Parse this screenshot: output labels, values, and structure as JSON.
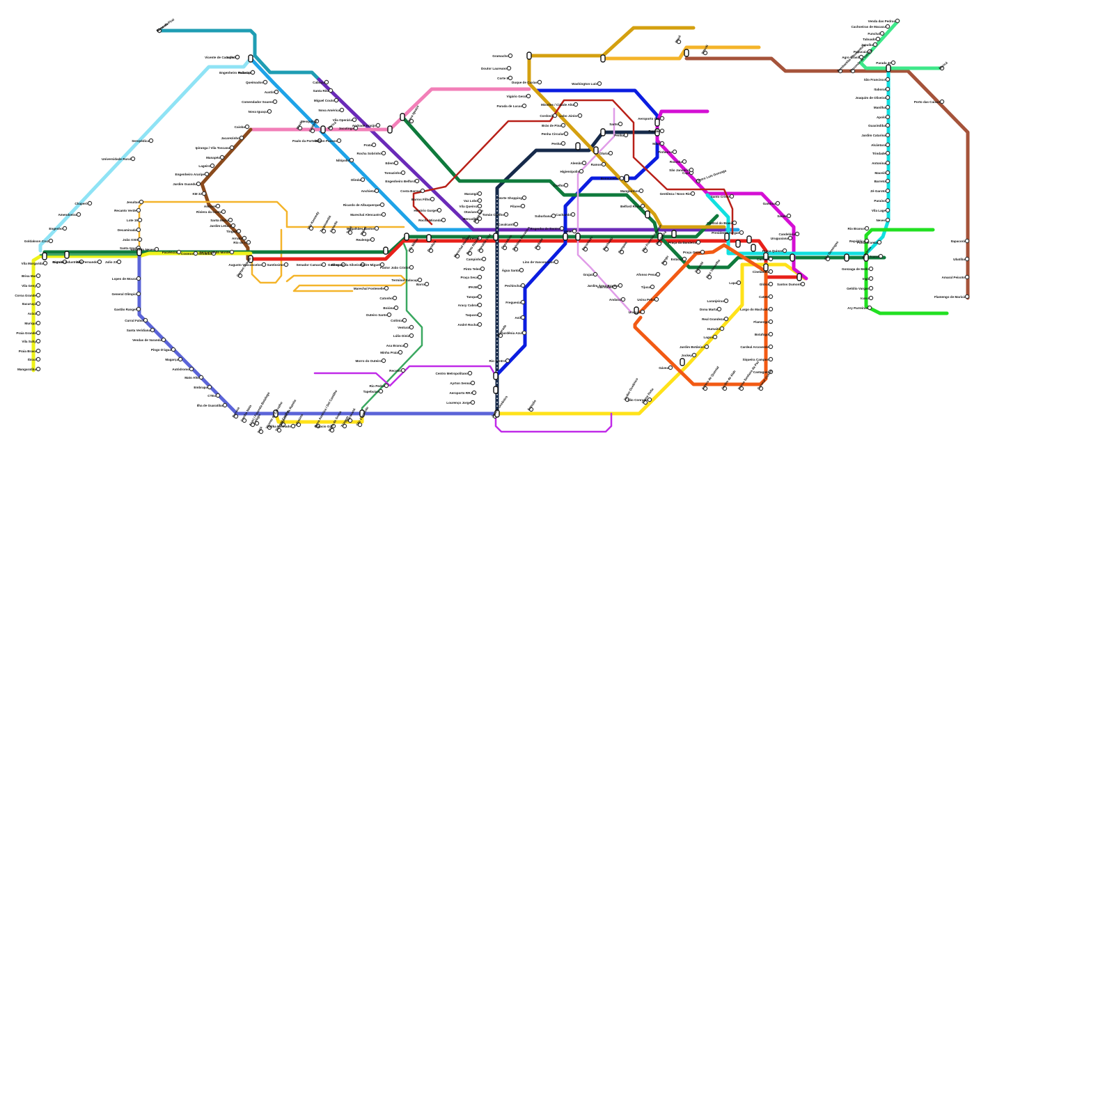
{
  "colors": {
    "aqua_lb": "#8fe3f5",
    "teal": "#1f9db3",
    "sky": "#1ea3e8",
    "purple": "#6a2ab8",
    "pink": "#f27fb8",
    "brown": "#8a4a1c",
    "orange_y": "#f4b42a",
    "dkgreen": "#0f7a3c",
    "red": "#e8201a",
    "navy": "#162a4a",
    "blue": "#0b1de0",
    "lilac": "#e09ce8",
    "magenta": "#d40fd4",
    "gold": "#d4a010",
    "ochre": "#c89030",
    "darkred": "#b82018",
    "rust": "#a5533a",
    "cyan": "#12e0e0",
    "lime": "#22e022",
    "mint": "#3ee88a",
    "yellow": "#ffe21a",
    "lemon": "#eef21a",
    "periwinkle": "#5b64d8",
    "orange_r": "#f25a14",
    "seagreen": "#3aa860",
    "violet": "#c02ae8",
    "dkorange": "#d86010"
  },
  "labels": [
    {
      "t": "Barra do Piraí"
    },
    {
      "t": "Japeri"
    },
    {
      "t": "Engenheiro Pedreira"
    },
    {
      "t": "Queimados"
    },
    {
      "t": "Austin"
    },
    {
      "t": "Comendador Soares"
    },
    {
      "t": "Nova Iguaçu"
    },
    {
      "t": "Mesquita"
    },
    {
      "t": "Edson Passos"
    },
    {
      "t": "Nilópolis"
    },
    {
      "t": "Olinda"
    },
    {
      "t": "Anchieta"
    },
    {
      "t": "Ricardo de Albuquerque"
    },
    {
      "t": "Marechal Alencastro"
    },
    {
      "t": "Magalhães Bastos"
    },
    {
      "t": "Realengo"
    },
    {
      "t": "Padre Miguel"
    },
    {
      "t": "Guilherme da Silveira"
    },
    {
      "t": "Bangu"
    },
    {
      "t": "Senador Camará"
    },
    {
      "t": "Santíssimo"
    },
    {
      "t": "Augusto Vasconcelos"
    },
    {
      "t": "Campo Grande"
    },
    {
      "t": "Benjamim do Monte"
    },
    {
      "t": "Inhoaíba"
    },
    {
      "t": "Cosmos"
    },
    {
      "t": "Paciência"
    },
    {
      "t": "Tancredo Neves"
    },
    {
      "t": "Santa Cruz"
    },
    {
      "t": "João XXIII"
    },
    {
      "t": "Decaminada"
    },
    {
      "t": "Lote 15"
    },
    {
      "t": "Recanto Verde"
    },
    {
      "t": "Jesuítas"
    },
    {
      "t": "Vila Margarida"
    },
    {
      "t": "Itaguaí"
    },
    {
      "t": "Distrito Industrial"
    },
    {
      "t": "São Fernando"
    },
    {
      "t": "Julio 23"
    },
    {
      "t": "Brisa Mar"
    },
    {
      "t": "Vila Geny"
    },
    {
      "t": "Coroa Grande"
    },
    {
      "t": "Itacuruçá"
    },
    {
      "t": "Axixá"
    },
    {
      "t": "Muriqui"
    },
    {
      "t": "Praia Grande"
    },
    {
      "t": "Vila Suhy"
    },
    {
      "t": "Praia Brava"
    },
    {
      "t": "Ibicuí"
    },
    {
      "t": "Mangaratiba"
    },
    {
      "t": "Goldakson Cruz"
    },
    {
      "t": "Engenho"
    },
    {
      "t": "Amendoeira"
    },
    {
      "t": "Chaperó"
    },
    {
      "t": "Universidade Rural"
    },
    {
      "t": "Seropédica"
    },
    {
      "t": "Lopes de Moura"
    },
    {
      "t": "General Olímpio"
    },
    {
      "t": "Gastão Rangel"
    },
    {
      "t": "Curral Falso"
    },
    {
      "t": "Santa Veridiana"
    },
    {
      "t": "Vendas de Varanda"
    },
    {
      "t": "Pingo D'água"
    },
    {
      "t": "Magarça"
    },
    {
      "t": "Autódromo"
    },
    {
      "t": "Mato Alto"
    },
    {
      "t": "Embrapa"
    },
    {
      "t": "CTEx"
    },
    {
      "t": "Ilha de Guaratiba"
    },
    {
      "t": "Gilka Machado"
    },
    {
      "t": "Glaucio Gil"
    },
    {
      "t": "Pavuna"
    },
    {
      "t": "Coelho Neto"
    },
    {
      "t": "Acari / Fazenda Botafogo"
    },
    {
      "t": "Colégio"
    },
    {
      "t": "Irajá"
    },
    {
      "t": "Vicente de Carvalho"
    },
    {
      "t": "Thomaz Coelho"
    },
    {
      "t": "Engenho da Rainha"
    },
    {
      "t": "Inhaúma"
    },
    {
      "t": "Nova América / Del Castilho"
    },
    {
      "t": "Maria da Graça"
    },
    {
      "t": "Triagem"
    },
    {
      "t": "Maracanã"
    },
    {
      "t": "São Cristóvão"
    },
    {
      "t": "Central do Brasil"
    },
    {
      "t": "Presidente Vargas"
    },
    {
      "t": "Uruguaiana"
    },
    {
      "t": "Carioca"
    },
    {
      "t": "Cinelândia"
    },
    {
      "t": "Glória"
    },
    {
      "t": "Catete"
    },
    {
      "t": "Largo do Machado"
    },
    {
      "t": "Flamengo"
    },
    {
      "t": "Botafogo"
    },
    {
      "t": "Cardeal Arcoverde"
    },
    {
      "t": "Siqueira Campos"
    },
    {
      "t": "Cantagalo"
    },
    {
      "t": "General Osório"
    },
    {
      "t": "Nossa Senhora da Paz"
    },
    {
      "t": "Jardim de Alah"
    },
    {
      "t": "Antero de Quental"
    },
    {
      "t": "Gávea"
    },
    {
      "t": "São Conrado"
    },
    {
      "t": "Jardim Oceânico"
    },
    {
      "t": "Lapa"
    },
    {
      "t": "Laranjeiras"
    },
    {
      "t": "Dona Marta"
    },
    {
      "t": "Real Grandeza"
    },
    {
      "t": "Humaitá"
    },
    {
      "t": "Lagoa"
    },
    {
      "t": "Jardim Botânico"
    },
    {
      "t": "Jockey"
    },
    {
      "t": "Santos Dumont"
    },
    {
      "t": "Praça Quinze"
    },
    {
      "t": "Candelária"
    },
    {
      "t": "Saúde"
    },
    {
      "t": "Gamboa"
    },
    {
      "t": "Santo Cristo"
    },
    {
      "t": "Praça da Bandeira"
    },
    {
      "t": "Estácio"
    },
    {
      "t": "Catumbi"
    },
    {
      "t": "Cruz Vermelha"
    },
    {
      "t": "Praça Onze"
    },
    {
      "t": "Afonso Pena"
    },
    {
      "t": "Tijuca"
    },
    {
      "t": "Usina Peña"
    },
    {
      "t": "Uruguai"
    },
    {
      "t": "Andaraí"
    },
    {
      "t": "Vila Isabel"
    },
    {
      "t": "Grajaú"
    },
    {
      "t": "Lins de Vasconcelos"
    },
    {
      "t": "Méier"
    },
    {
      "t": "Engenho de Dentro"
    },
    {
      "t": "Cachambi"
    },
    {
      "t": "Suburbana"
    },
    {
      "t": "Norte Shopping"
    },
    {
      "t": "Pilares"
    },
    {
      "t": "Tomás Coelho"
    },
    {
      "t": "Cavalcanti"
    },
    {
      "t": "Água Santa"
    },
    {
      "t": "Pechincha"
    },
    {
      "t": "Freguesia"
    },
    {
      "t": "Anil"
    },
    {
      "t": "Gardênia Azul"
    },
    {
      "t": "Rio Centro"
    },
    {
      "t": "Madureira"
    },
    {
      "t": "Campinho"
    },
    {
      "t": "Pinto Teles"
    },
    {
      "t": "Praça Seca"
    },
    {
      "t": "IPASE"
    },
    {
      "t": "Tanque"
    },
    {
      "t": "Aracy Cabral"
    },
    {
      "t": "Taquara"
    },
    {
      "t": "André Rocha"
    },
    {
      "t": "Marangá"
    },
    {
      "t": "Vaz Lobo"
    },
    {
      "t": "Vila Queiroz"
    },
    {
      "t": "Otaviano"
    },
    {
      "t": "Mercadão"
    },
    {
      "t": "Alvorada"
    },
    {
      "t": "Centro Metropolitano"
    },
    {
      "t": "Ayrton Senna"
    },
    {
      "t": "Aeroporto RRJ"
    },
    {
      "t": "Lourenço Jorge"
    },
    {
      "t": "Vila Militar"
    },
    {
      "t": "Deodoro"
    },
    {
      "t": "Marechal Hermes"
    },
    {
      "t": "Bento Ribeiro"
    },
    {
      "t": "Oswaldo Cruz"
    },
    {
      "t": "Cascadura"
    },
    {
      "t": "Quintino Bocaiúva"
    },
    {
      "t": "Piedade"
    },
    {
      "t": "Encantado"
    },
    {
      "t": "Riachuelo"
    },
    {
      "t": "Sampaio"
    },
    {
      "t": "São Francisco Xavier"
    },
    {
      "t": "Mangueira"
    },
    {
      "t": "Pastor João Cristin"
    },
    {
      "t": "Terminal Sulacap"
    },
    {
      "t": "Marechal Fontenelle"
    },
    {
      "t": "Catonho"
    },
    {
      "t": "Boiúna"
    },
    {
      "t": "Outeiro Santo"
    },
    {
      "t": "Colônia"
    },
    {
      "t": "Ventura"
    },
    {
      "t": "Lúlio Diniz"
    },
    {
      "t": "Asa Branca"
    },
    {
      "t": "Minha Praia"
    },
    {
      "t": "Morro do Outeiro"
    },
    {
      "t": "Recreio"
    },
    {
      "t": "Rio Pedra"
    },
    {
      "t": "Tapebuias"
    },
    {
      "t": "Gramacho"
    },
    {
      "t": "Doutor Laureano"
    },
    {
      "t": "Corte 8"
    },
    {
      "t": "Duque de Caxias"
    },
    {
      "t": "Vigário Geral"
    },
    {
      "t": "Parada de Lucas"
    },
    {
      "t": "Cordovil"
    },
    {
      "t": "Brás de Pina"
    },
    {
      "t": "Penha Circular"
    },
    {
      "t": "Penha"
    },
    {
      "t": "Olaria"
    },
    {
      "t": "Ramos"
    },
    {
      "t": "Bonsucesso"
    },
    {
      "t": "Manguinhos"
    },
    {
      "t": "Washington Luís"
    },
    {
      "t": "Aeroporto GIG"
    },
    {
      "t": "Fundão"
    },
    {
      "t": "Maré"
    },
    {
      "t": "Pinheiros"
    },
    {
      "t": "Rocinha"
    },
    {
      "t": "Caju"
    },
    {
      "t": "Gentileza / Novo Rio"
    },
    {
      "t": "Centro Luís Gonzaga"
    },
    {
      "t": "São Januário"
    },
    {
      "t": "Missões / Cidade Alta"
    },
    {
      "t": "Lobo Júnior"
    },
    {
      "t": "Santo"
    },
    {
      "t": "Penha"
    },
    {
      "t": "Alemão"
    },
    {
      "t": "Higienópolis"
    },
    {
      "t": "Coelho"
    },
    {
      "t": "Mauá"
    },
    {
      "t": "Niterói"
    },
    {
      "t": "São Domingos"
    },
    {
      "t": "Arariboia"
    },
    {
      "t": "Icaraí"
    },
    {
      "t": "República"
    },
    {
      "t": "Rio Branco"
    },
    {
      "t": "Ponta D'areia"
    },
    {
      "t": "Gonzaga de Mello"
    },
    {
      "t": "Ingá"
    },
    {
      "t": "Gelólio Vargas"
    },
    {
      "t": "Icaraí"
    },
    {
      "t": "Ary Parreiras"
    },
    {
      "t": "São Francisco"
    },
    {
      "t": "Itaboraí"
    },
    {
      "t": "Joaquim de Oliveira"
    },
    {
      "t": "Manilha"
    },
    {
      "t": "Apolo"
    },
    {
      "t": "Guaxindiba"
    },
    {
      "t": "Jardim Catarina"
    },
    {
      "t": "Alcântara"
    },
    {
      "t": "Trindade"
    },
    {
      "t": "Antonina"
    },
    {
      "t": "Maceió"
    },
    {
      "t": "Zé Garoto"
    },
    {
      "t": "Paraíso"
    },
    {
      "t": "Vila Lage"
    },
    {
      "t": "Neves"
    },
    {
      "t": "Barreto"
    },
    {
      "t": "Parada 40"
    },
    {
      "t": "Venda das Pedras"
    },
    {
      "t": "Cachoeiras de Macacu"
    },
    {
      "t": "Funchal"
    },
    {
      "t": "Tabuado"
    },
    {
      "t": "Japuíba"
    },
    {
      "t": "Papucaia"
    },
    {
      "t": "Agro Brasil"
    },
    {
      "t": "Sambaetiba / Boaventura"
    },
    {
      "t": "Visconde de Itaboraí"
    },
    {
      "t": "Porto das Caixas"
    },
    {
      "t": "Itapacorá"
    },
    {
      "t": "Ubatiba"
    },
    {
      "t": "Amaral Peixoto"
    },
    {
      "t": "Flamengo de Maricá"
    },
    {
      "t": "Maricá"
    },
    {
      "t": "Maricá"
    },
    {
      "t": "Nova Iguaçu"
    },
    {
      "t": "Belford Roxo"
    },
    {
      "t": "Jacarezinho"
    },
    {
      "t": "Ipiranga / Vila Toscana"
    },
    {
      "t": "Manapéu"
    },
    {
      "t": "Lageiro"
    },
    {
      "t": "Engenheiro Araripe"
    },
    {
      "t": "Jardim Guandu"
    },
    {
      "t": "KM 32"
    },
    {
      "t": "Ambaré"
    },
    {
      "t": "Riviera da Costa"
    },
    {
      "t": "Santa Maria"
    },
    {
      "t": "Jardim Leticia"
    },
    {
      "t": "Tinguá"
    },
    {
      "t": "Arruda"
    },
    {
      "t": "Rio do A"
    },
    {
      "t": "Caioba"
    },
    {
      "t": "Cabuçu"
    },
    {
      "t": "Santa Rita"
    },
    {
      "t": "Miguel Couto"
    },
    {
      "t": "Nova América"
    },
    {
      "t": "Vila Operária"
    },
    {
      "t": "Andrade Araújo"
    },
    {
      "t": "Prata"
    },
    {
      "t": "Rocha Sobrinho"
    },
    {
      "t": "Edem"
    },
    {
      "t": "Tomazinho"
    },
    {
      "t": "Engenheiro Belford"
    },
    {
      "t": "Costa Barros"
    },
    {
      "t": "Barros Filho"
    },
    {
      "t": "Honório Gurgel"
    },
    {
      "t": "Rocha Miranda"
    },
    {
      "t": "Paulo da Portela"
    },
    {
      "t": "Jacutinga"
    },
    {
      "t": "Califórnia"
    },
    {
      "t": "Mauá"
    },
    {
      "t": "Vila Kennedy"
    },
    {
      "t": "Toupinambá"
    },
    {
      "t": "Cesarão"
    },
    {
      "t": "Taipé"
    },
    {
      "t": "Mallet"
    },
    {
      "t": "Jardim Água Branca"
    },
    {
      "t": "Bangu"
    },
    {
      "t": "Saens Peña"
    },
    {
      "t": "Estação"
    },
    {
      "t": "Jardim Oceânico"
    },
    {
      "t": "Riocentro"
    },
    {
      "t": "Barra"
    },
    {
      "t": "Alvorada"
    },
    {
      "t": "Vicente de Carvalho"
    },
    {
      "t": "Sulacap"
    }
  ]
}
